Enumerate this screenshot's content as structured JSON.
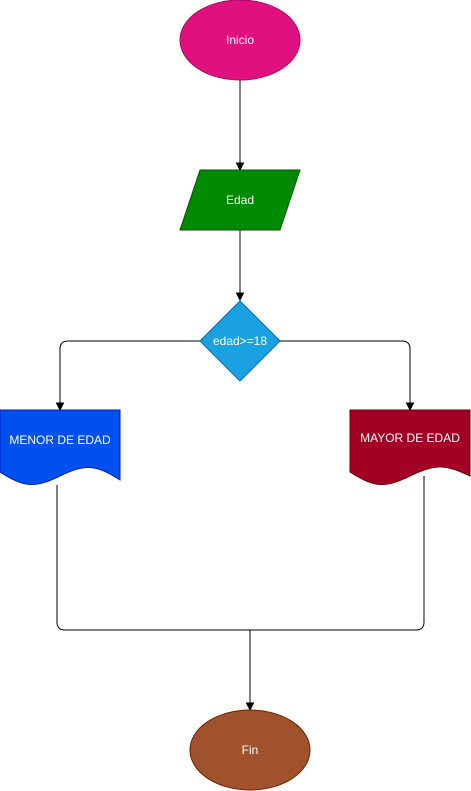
{
  "diagram": {
    "nodes": {
      "inicio": {
        "label": "Inicio",
        "shape": "ellipse",
        "fill": "#e0117f",
        "stroke": "#b0065f"
      },
      "edad": {
        "label": "Edad",
        "shape": "parallelogram",
        "fill": "#008a00",
        "stroke": "#005700"
      },
      "decision": {
        "label": "edad>=18",
        "shape": "diamond",
        "fill": "#1ba1e2",
        "stroke": "#006eaf"
      },
      "menor": {
        "label": "MENOR DE EDAD",
        "shape": "document",
        "fill": "#0050ef",
        "stroke": "#001dbc"
      },
      "mayor": {
        "label": "MAYOR DE EDAD",
        "shape": "document",
        "fill": "#a20025",
        "stroke": "#6f0000"
      },
      "fin": {
        "label": "Fin",
        "shape": "ellipse",
        "fill": "#a0522d",
        "stroke": "#6d1f00"
      }
    },
    "edges": [
      {
        "from": "inicio",
        "to": "edad"
      },
      {
        "from": "edad",
        "to": "decision"
      },
      {
        "from": "decision",
        "to": "menor"
      },
      {
        "from": "decision",
        "to": "mayor"
      },
      {
        "from": "menor",
        "to": "fin"
      },
      {
        "from": "mayor",
        "to": "fin"
      }
    ]
  }
}
